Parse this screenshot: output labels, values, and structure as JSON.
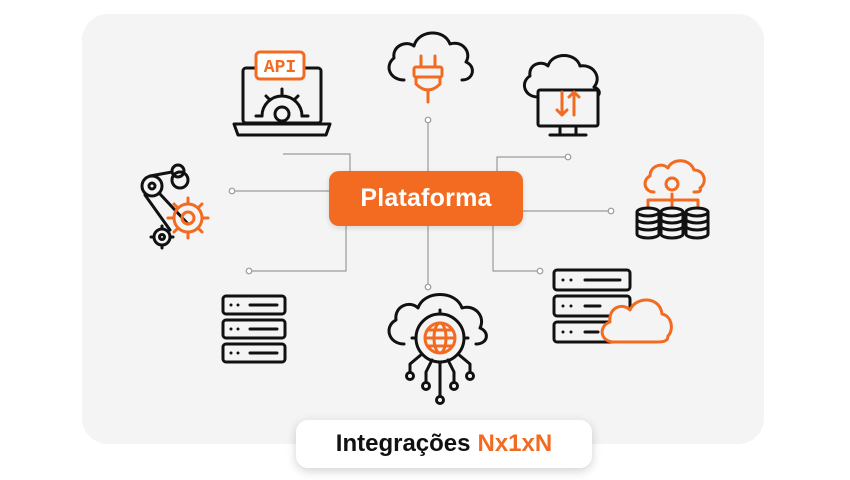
{
  "center": {
    "label": "Plataforma"
  },
  "footer": {
    "prefix": "Integrações",
    "accent": "Nx1xN"
  },
  "nodes": {
    "api_laptop": {
      "badge": "API"
    }
  },
  "colors": {
    "accent": "#f26b21",
    "ink": "#111111",
    "connector": "#9a9a9a",
    "card": "#f4f4f4"
  },
  "icons": [
    "api-laptop-icon",
    "cloud-plug-icon",
    "cloud-monitor-sync-icon",
    "machine-gears-icon",
    "cloud-database-icon",
    "server-rack-icon",
    "cloud-globe-network-icon",
    "server-cloud-icon"
  ]
}
